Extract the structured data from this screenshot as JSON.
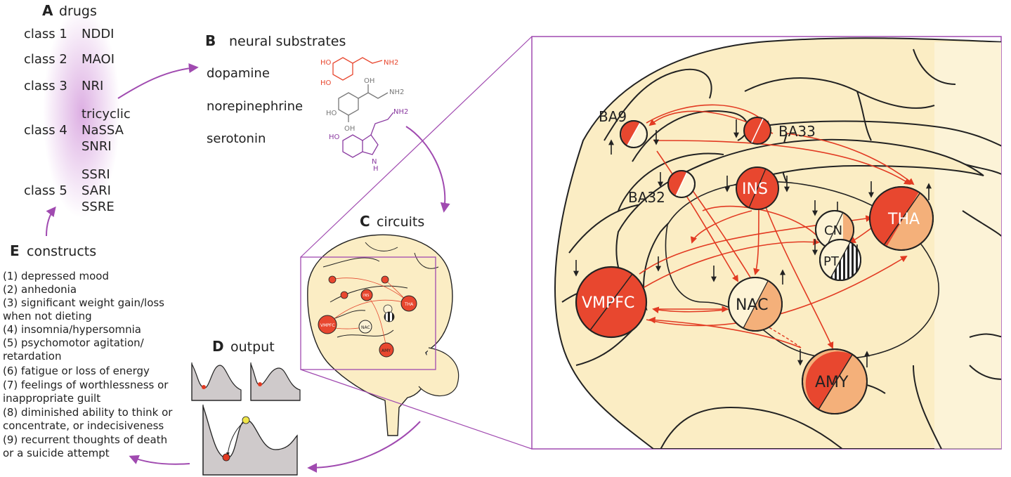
{
  "panels": {
    "A": {
      "letter": "A",
      "title": "drugs"
    },
    "B": {
      "letter": "B",
      "title": "neural substrates"
    },
    "C": {
      "letter": "C",
      "title": "circuits"
    },
    "D": {
      "letter": "D",
      "title": "output"
    },
    "E": {
      "letter": "E",
      "title": "constructs"
    }
  },
  "drug_classes": [
    {
      "label": "class 1",
      "drugs": [
        "NDDI"
      ]
    },
    {
      "label": "class 2",
      "drugs": [
        "MAOI"
      ]
    },
    {
      "label": "class 3",
      "drugs": [
        "NRI"
      ]
    },
    {
      "label": "class 4",
      "drugs": [
        "tricyclic",
        "NaSSA",
        "SNRI"
      ]
    },
    {
      "label": "class 5",
      "drugs": [
        "SSRI",
        "SARI",
        "SSRE"
      ]
    }
  ],
  "substrates": [
    "dopamine",
    "norepinephrine",
    "serotonin"
  ],
  "molecule_labels": {
    "ho": "HO",
    "oh": "OH",
    "nh2": "NH2",
    "h": "H",
    "n": "N"
  },
  "constructs": [
    "(1) depressed mood",
    "(2) anhedonia",
    "(3) significant weight gain/loss",
    "when not dieting",
    "(4) insomnia/hypersomnia",
    "(5) psychomotor agitation/",
    "retardation",
    "(6) fatigue or loss of energy",
    "(7) feelings of worthlessness or",
    "inappropriate guilt",
    "(8) diminished ability to think or",
    "concentrate, or indecisiveness",
    "(9) recurrent thoughts of death",
    "or a suicide attempt"
  ],
  "regions": {
    "BA9": "BA9",
    "BA33": "BA33",
    "BA32": "BA32",
    "INS": "INS",
    "THA": "THA",
    "CN": "CN",
    "PT": "PT",
    "VMPFC": "VMPFC",
    "NAC": "NAC",
    "AMY": "AMY"
  },
  "colors": {
    "red": "#e8472f",
    "peach": "#f4b07a",
    "cream": "#fdf3d6",
    "brain": "#fbedc4",
    "purple": "#a04ab0",
    "arrow_red": "#e23a22",
    "landscape": "#cfcacb"
  }
}
